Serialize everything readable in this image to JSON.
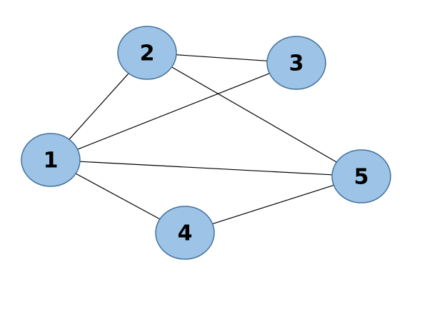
{
  "graph": {
    "node_fill": "#9dc3e6",
    "node_stroke": "#41719c",
    "edge_color": "#000000",
    "nodes": [
      {
        "id": "1",
        "label": "1"
      },
      {
        "id": "2",
        "label": "2"
      },
      {
        "id": "3",
        "label": "3"
      },
      {
        "id": "4",
        "label": "4"
      },
      {
        "id": "5",
        "label": "5"
      }
    ],
    "edges": [
      {
        "from": "1",
        "to": "2"
      },
      {
        "from": "1",
        "to": "3"
      },
      {
        "from": "1",
        "to": "4"
      },
      {
        "from": "1",
        "to": "5"
      },
      {
        "from": "2",
        "to": "3"
      },
      {
        "from": "2",
        "to": "5"
      },
      {
        "from": "4",
        "to": "5"
      }
    ]
  }
}
